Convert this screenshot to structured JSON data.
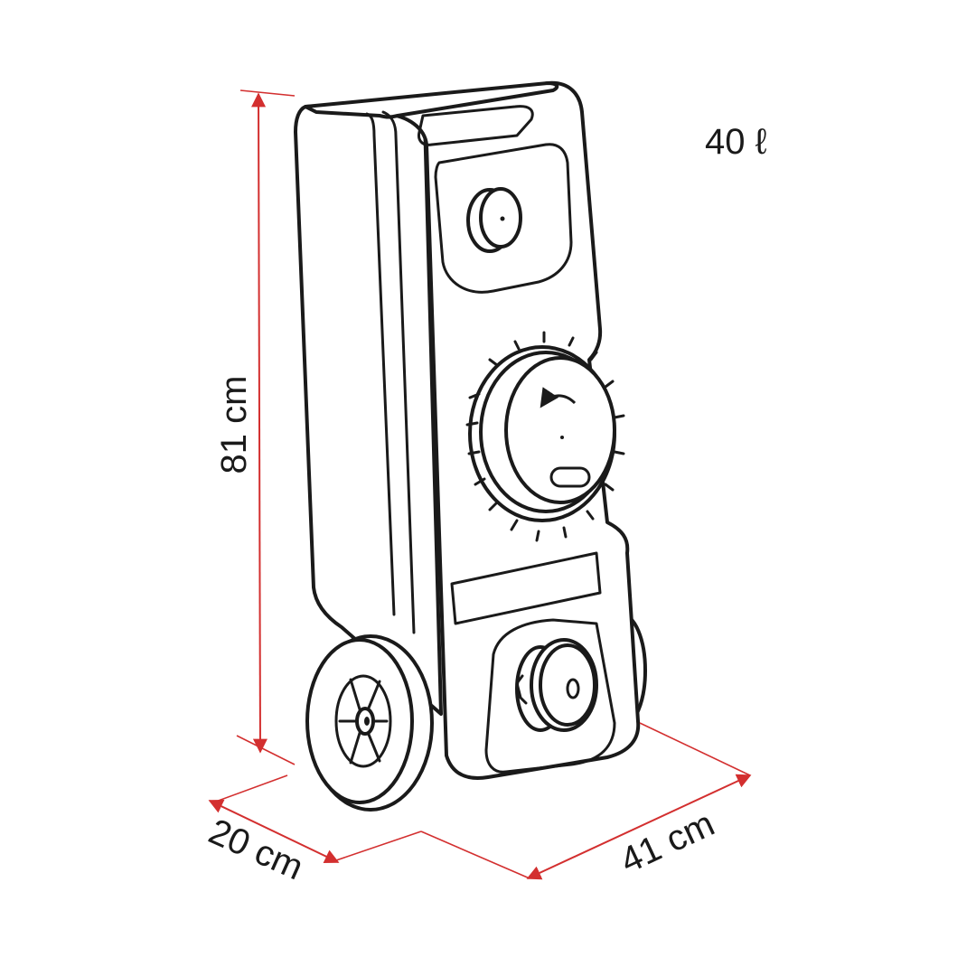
{
  "diagram": {
    "capacity_label": "40 ℓ",
    "dimensions": {
      "height": "81 cm",
      "depth": "20 cm",
      "width": "41 cm"
    },
    "colors": {
      "dimension_lines": "#d32f2f",
      "outline": "#1a1a1a",
      "background": "#ffffff"
    },
    "icons": {
      "cap_rotation_arrow": "counterclockwise-arrow-icon"
    }
  }
}
